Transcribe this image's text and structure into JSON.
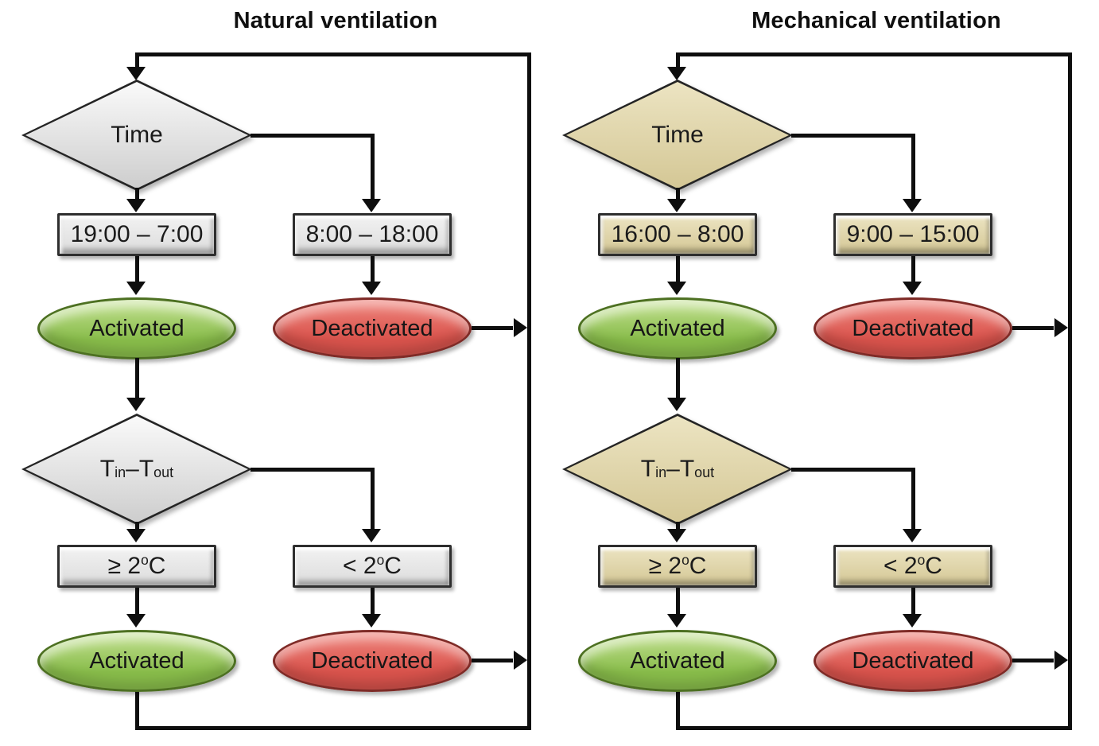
{
  "colors": {
    "line": "#0e0e0e",
    "text": "#1b1b1b",
    "grayTop": "#fafafa",
    "grayBot": "#cdcdcd",
    "tanTop": "#ece4c2",
    "tanBot": "#d4c795",
    "greenTop": "#c3e191",
    "greenBot": "#88bc4a",
    "greenBorder": "#4d7022",
    "redTop": "#ef837b",
    "redBot": "#d9534c",
    "redBorder": "#7e2b27"
  },
  "panels": [
    {
      "title": "Natural ventilation",
      "time_label": "Time",
      "time_true_range": "19:00 – 7:00",
      "time_false_range": "8:00 – 18:00",
      "time_true_state": "Activated",
      "time_false_state": "Deactivated",
      "temp": {
        "t1": "T",
        "sub1": "in",
        "sep": " – ",
        "t2": "T",
        "sub2": "out"
      },
      "temp_true": {
        "value": "≥ 2",
        "deg": "o",
        "unit": "C"
      },
      "temp_false": {
        "value": "< 2",
        "deg": "o",
        "unit": "C"
      },
      "temp_true_state": "Activated",
      "temp_false_state": "Deactivated"
    },
    {
      "title": "Mechanical ventilation",
      "time_label": "Time",
      "time_true_range": "16:00 – 8:00",
      "time_false_range": "9:00 – 15:00",
      "time_true_state": "Activated",
      "time_false_state": "Deactivated",
      "temp": {
        "t1": "T",
        "sub1": "in",
        "sep": " – ",
        "t2": "T",
        "sub2": "out"
      },
      "temp_true": {
        "value": "≥ 2",
        "deg": "o",
        "unit": "C"
      },
      "temp_false": {
        "value": "< 2",
        "deg": "o",
        "unit": "C"
      },
      "temp_true_state": "Activated",
      "temp_false_state": "Deactivated"
    }
  ]
}
